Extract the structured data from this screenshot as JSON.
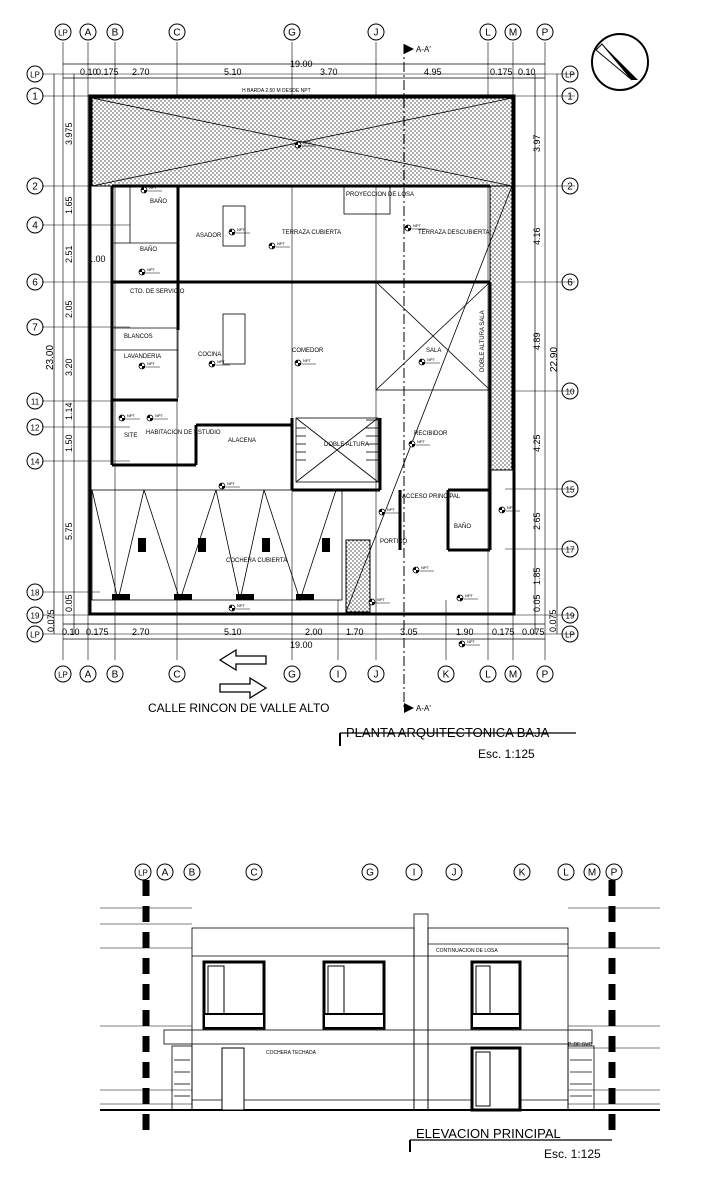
{
  "plan": {
    "title": "PLANTA ARQUITECTONICA BAJA",
    "scale": "Esc. 1:125",
    "street": "CALLE RINCON DE VALLE ALTO",
    "section_mark": "A-A'",
    "top_grid": [
      "LP",
      "A",
      "B",
      "C",
      "G",
      "J",
      "L",
      "M",
      "P"
    ],
    "bottom_grid": [
      "LP",
      "A",
      "B",
      "C",
      "G",
      "I",
      "J",
      "K",
      "L",
      "M",
      "P"
    ],
    "left_grid": [
      "LP",
      "1",
      "2",
      "4",
      "6",
      "7",
      "11",
      "12",
      "14",
      "18",
      "19",
      "LP"
    ],
    "right_grid": [
      "LP",
      "1",
      "2",
      "6",
      "10",
      "15",
      "17",
      "19",
      "LP"
    ],
    "top_dims": [
      "0.10",
      "0.175",
      "2.70",
      "5.10",
      "3.70",
      "4.95",
      "0.175",
      "0.10"
    ],
    "top_total": "19.00",
    "bottom_dims": [
      "0.10",
      "0.175",
      "2.70",
      "5.10",
      "2.00",
      "1.70",
      "3.05",
      "1.90",
      "0.175",
      "0.075"
    ],
    "bottom_total": "19.00",
    "left_dims": [
      "3.975",
      "1.65",
      "2.51",
      "1.00",
      "2.05",
      "3.20",
      "1.14",
      "1.50",
      "5.75",
      "0.05",
      "0.075"
    ],
    "left_total": "23.00",
    "right_dims": [
      "3.97",
      "4.16",
      "4.89",
      "4.25",
      "2.65",
      "1.85",
      "0.05",
      "0.075"
    ],
    "right_total": "22.90",
    "rooms": {
      "bano1": "BAÑO",
      "bano2": "BAÑO",
      "asador": "ASADOR",
      "terraza1": "TERRAZA CUBIERTA",
      "terraza2": "TERRAZA DESCUBIERTA",
      "proyeccion": "PROYECCION DE LOSA",
      "servicio": "CTO. DE SERVICIO",
      "blancos": "BLANCOS",
      "lavanderia": "LAVANDERIA",
      "cocina": "COCINA",
      "comedor": "COMEDOR",
      "sala": "SALA",
      "doble_sala": "DOBLE ALTURA SALA",
      "site": "SITE",
      "habitacion": "HABITACION DE ESTUDIO",
      "alacena": "ALACENA",
      "doble_altura": "DOBLE ALTURA",
      "recibidor": "RECIBIDOR",
      "acceso": "ACCESO PRINCIPAL",
      "bano3": "BAÑO",
      "portico": "PORTICO",
      "cochera": "COCHERA CUBIERTA",
      "barda": "H BARDA 2.50 M DESDE NPT"
    },
    "npt": "NPT"
  },
  "elevation": {
    "title": "ELEVACION PRINCIPAL",
    "scale": "Esc. 1:125",
    "grid": [
      "LP",
      "A",
      "B",
      "C",
      "G",
      "I",
      "J",
      "K",
      "L",
      "M",
      "P"
    ],
    "labels": {
      "cochera": "COCHERA TECHADA",
      "losa": "CONTINUACION DE LOSA",
      "pdes": "P. DE SVC"
    }
  }
}
